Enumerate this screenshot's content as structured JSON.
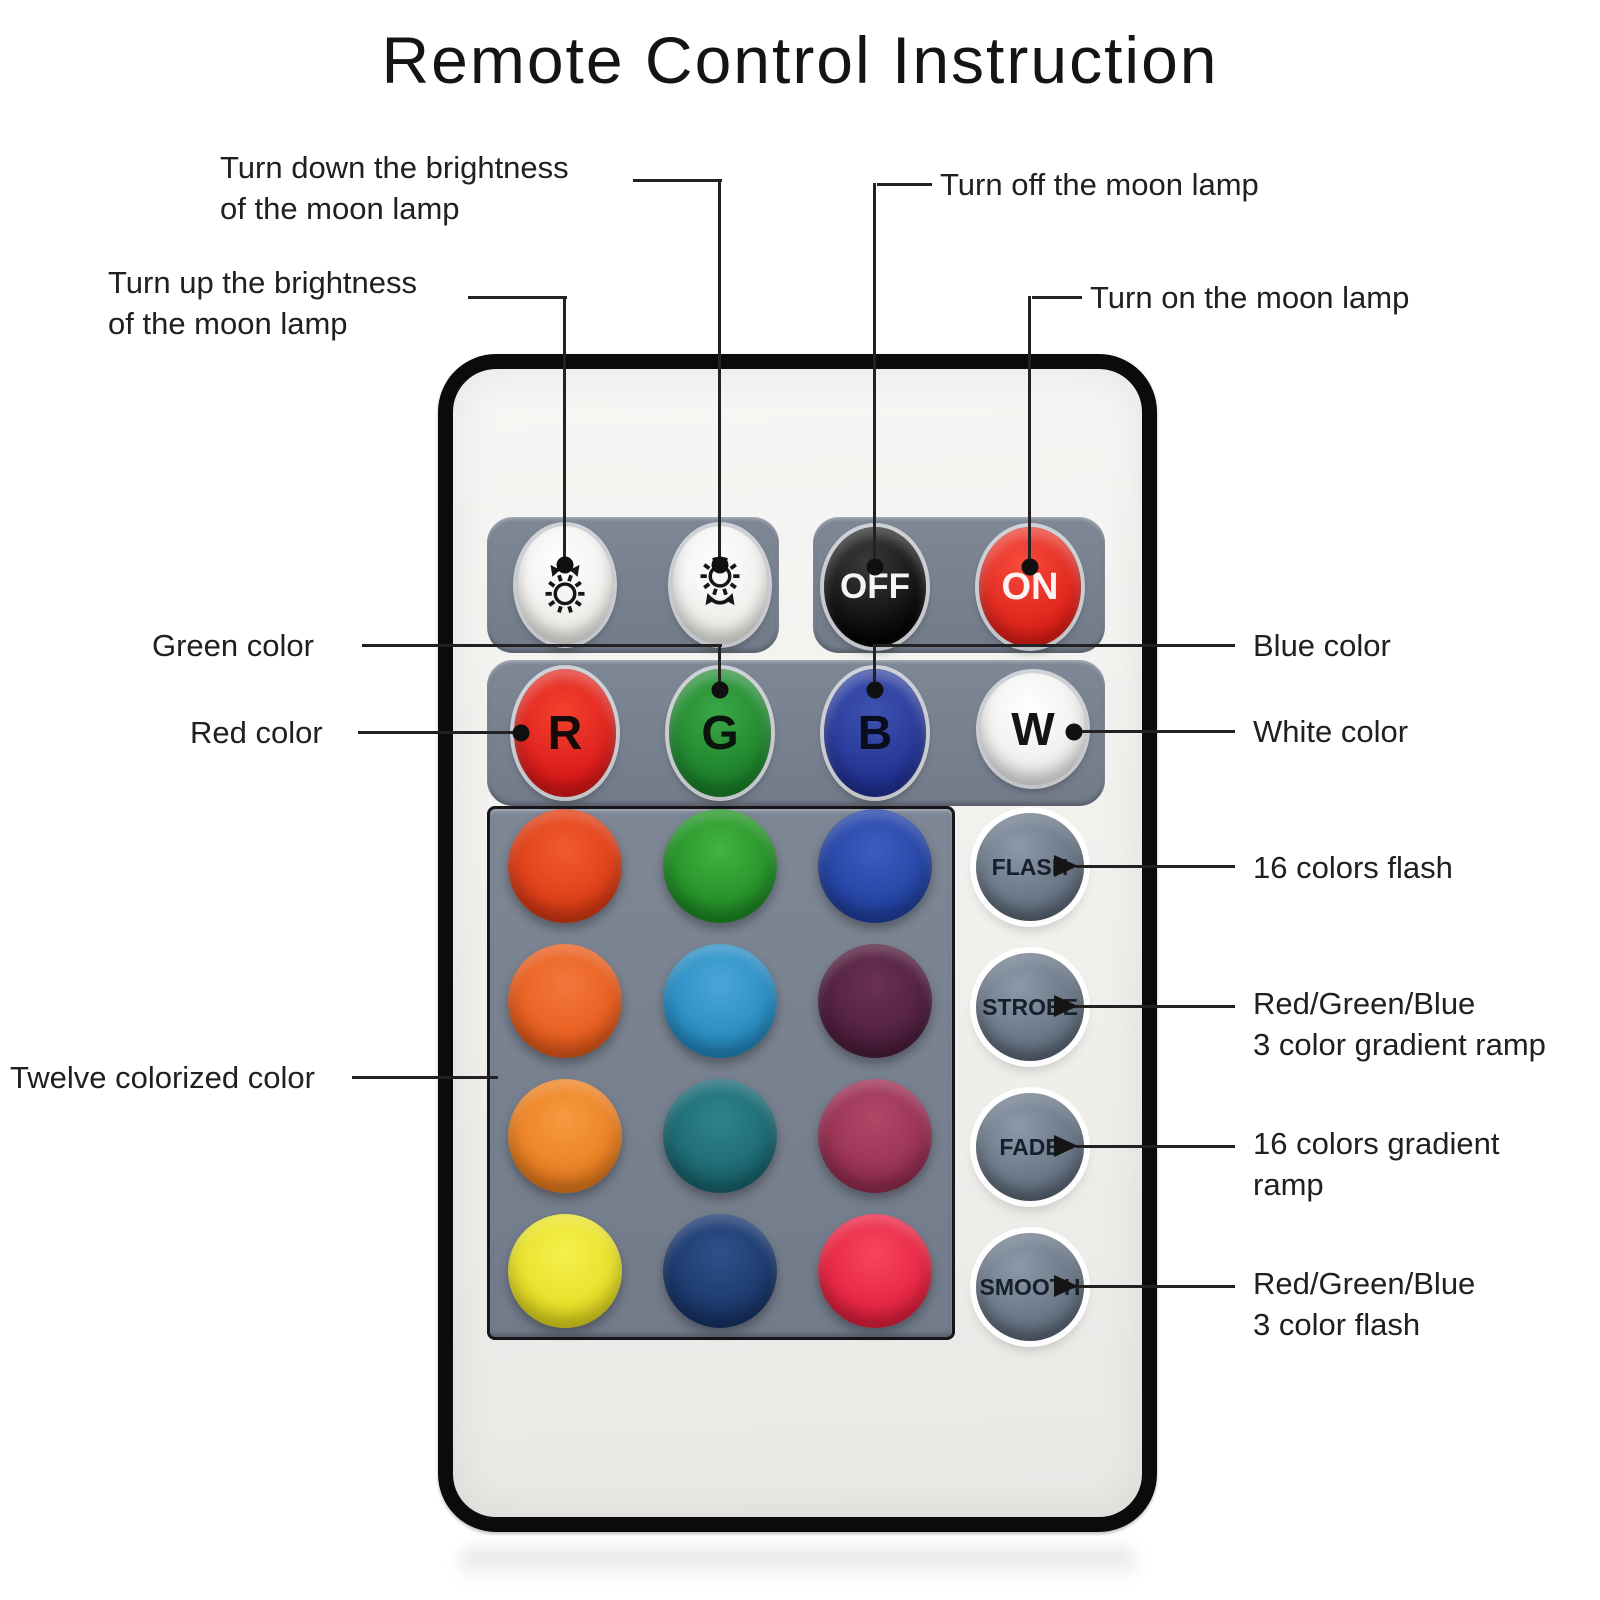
{
  "title": "Remote Control Instruction",
  "annotations": {
    "turn_down": {
      "line1": "Turn down the brightness",
      "line2": "of the moon lamp"
    },
    "turn_up": {
      "line1": "Turn up the brightness",
      "line2": "of the moon lamp"
    },
    "turn_off": "Turn off the moon lamp",
    "turn_on": "Turn on the moon lamp",
    "green": "Green color",
    "red": "Red color",
    "blue": "Blue color",
    "white": "White color",
    "twelve": "Twelve colorized color",
    "flash": "16 colors flash",
    "strobe": {
      "line1": "Red/Green/Blue",
      "line2": "3 color gradient ramp"
    },
    "fade": {
      "line1": "16 colors gradient",
      "line2": "ramp"
    },
    "smooth": {
      "line1": "Red/Green/Blue",
      "line2": "3 color flash"
    }
  },
  "remote": {
    "power_buttons": {
      "off": "OFF",
      "on": "ON"
    },
    "color_buttons": {
      "r": "R",
      "g": "G",
      "b": "B",
      "w": "W"
    },
    "mode_buttons": {
      "flash": "FLASH",
      "strobe": "STROBE",
      "fade": "FADE",
      "smooth": "SMOOTH"
    },
    "brightness_icons": [
      "sun-arc-above-icon",
      "sun-arc-below-icon"
    ],
    "color_grid": [
      {
        "name": "red-orange",
        "bg": "#d93a14",
        "hi": "#f25a2e"
      },
      {
        "name": "green",
        "bg": "#1f8a24",
        "hi": "#44b342"
      },
      {
        "name": "royal-blue",
        "bg": "#21409f",
        "hi": "#3d5dc0"
      },
      {
        "name": "orange",
        "bg": "#e55a1a",
        "hi": "#f4773c"
      },
      {
        "name": "sky-blue",
        "bg": "#2488be",
        "hi": "#4aa6d8"
      },
      {
        "name": "dark-plum",
        "bg": "#4c1d3c",
        "hi": "#6a3152"
      },
      {
        "name": "light-orange",
        "bg": "#e87c1e",
        "hi": "#f79a40"
      },
      {
        "name": "teal",
        "bg": "#1a646e",
        "hi": "#2f838c"
      },
      {
        "name": "maroon-rose",
        "bg": "#932d50",
        "hi": "#b04868"
      },
      {
        "name": "yellow",
        "bg": "#e5dc20",
        "hi": "#f6f04e"
      },
      {
        "name": "navy",
        "bg": "#183466",
        "hi": "#2e518a"
      },
      {
        "name": "crimson",
        "bg": "#e2203e",
        "hi": "#f8445e"
      }
    ]
  },
  "colors": {
    "pad": "#78818f",
    "line": "#222222",
    "buttons": {
      "off": {
        "bg": "#050505",
        "hi": "#3a3a3a",
        "text": "#f5f5f5"
      },
      "on": {
        "bg": "#da1d15",
        "hi": "#f64a3c",
        "text": "#fdf3f2"
      },
      "r": {
        "bg": "#d61717",
        "hi": "#f4412e",
        "text": "#160a0a"
      },
      "g": {
        "bg": "#1a7d28",
        "hi": "#3aa746",
        "text": "#0b140c"
      },
      "b": {
        "bg": "#20308f",
        "hi": "#3e52b2",
        "text": "#0a0d1d"
      },
      "w": {
        "bg": "#e9e9e7",
        "hi": "#ffffff",
        "text": "#141414"
      },
      "bright": {
        "bg": "#e9e9e5",
        "hi": "#ffffff",
        "text": "#141414"
      },
      "mode": {
        "bg": "#5f6c7c",
        "hi": "#8c99a8",
        "text": "#161f2b"
      }
    }
  }
}
